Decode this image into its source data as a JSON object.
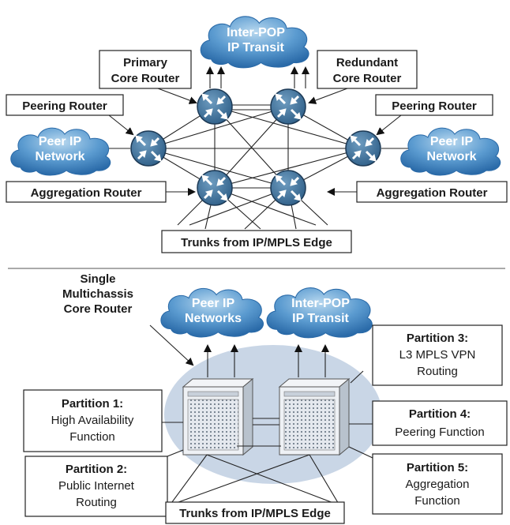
{
  "colors": {
    "router_fill": "#3f6f96",
    "router_stroke": "#1d3a56",
    "cloud_light": "#a9cde8",
    "cloud_dark": "#2f74b5",
    "ellipse": "#c9d6e6",
    "chassis": "#dde3ea"
  },
  "top": {
    "cloud_transit": [
      "Inter-POP",
      "IP Transit"
    ],
    "cloud_peer_left": [
      "Peer IP",
      "Network"
    ],
    "cloud_peer_right": [
      "Peer IP",
      "Network"
    ],
    "label_primary": [
      "Primary",
      "Core Router"
    ],
    "label_redundant": [
      "Redundant",
      "Core Router"
    ],
    "label_peering_left": "Peering Router",
    "label_peering_right": "Peering Router",
    "label_aggregation_left": "Aggregation Router",
    "label_aggregation_right": "Aggregation Router",
    "label_trunks": "Trunks from IP/MPLS Edge"
  },
  "bottom": {
    "cloud_peer": [
      "Peer IP",
      "Networks"
    ],
    "cloud_transit": [
      "Inter-POP",
      "IP Transit"
    ],
    "label_single": [
      "Single",
      "Multichassis",
      "Core Router"
    ],
    "partition1": {
      "title": "Partition 1:",
      "lines": [
        "High Availability",
        "Function"
      ]
    },
    "partition2": {
      "title": "Partition 2:",
      "lines": [
        "Public Internet",
        "Routing"
      ]
    },
    "partition3": {
      "title": "Partition 3:",
      "lines": [
        "L3 MPLS VPN",
        "Routing"
      ]
    },
    "partition4": {
      "title": "Partition 4:",
      "lines": [
        "Peering Function"
      ]
    },
    "partition5": {
      "title": "Partition 5:",
      "lines": [
        "Aggregation",
        "Function"
      ]
    },
    "label_trunks": "Trunks from IP/MPLS Edge"
  }
}
